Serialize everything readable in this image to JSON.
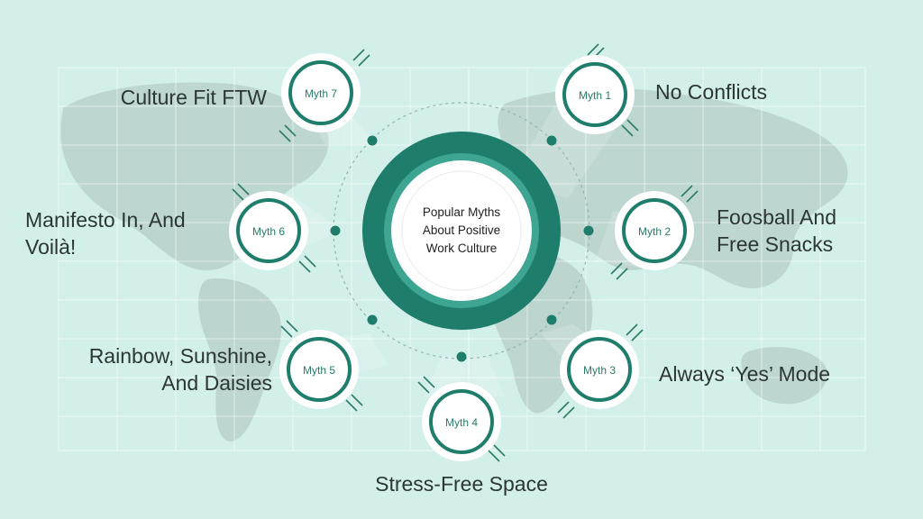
{
  "center": {
    "line1": "Popular Myths",
    "line2": "About Positive",
    "line3": "Work Culture"
  },
  "myths": [
    {
      "badge": "Myth 1",
      "line1": "No Conflicts",
      "line2": ""
    },
    {
      "badge": "Myth 2",
      "line1": "Foosball And",
      "line2": "Free Snacks"
    },
    {
      "badge": "Myth 3",
      "line1": "Always ‘Yes’ Mode",
      "line2": ""
    },
    {
      "badge": "Myth 4",
      "line1": "Stress-Free Space",
      "line2": ""
    },
    {
      "badge": "Myth 5",
      "line1": "Rainbow, Sunshine,",
      "line2": "And Daisies"
    },
    {
      "badge": "Myth 6",
      "line1": "Manifesto In, And",
      "line2": "Voilà!"
    },
    {
      "badge": "Myth 7",
      "line1": "Culture Fit FTW",
      "line2": ""
    }
  ],
  "colors": {
    "background": "#d3efe9",
    "primary": "#1f7d6b",
    "accent": "#3ea593",
    "text": "#2c3633"
  }
}
